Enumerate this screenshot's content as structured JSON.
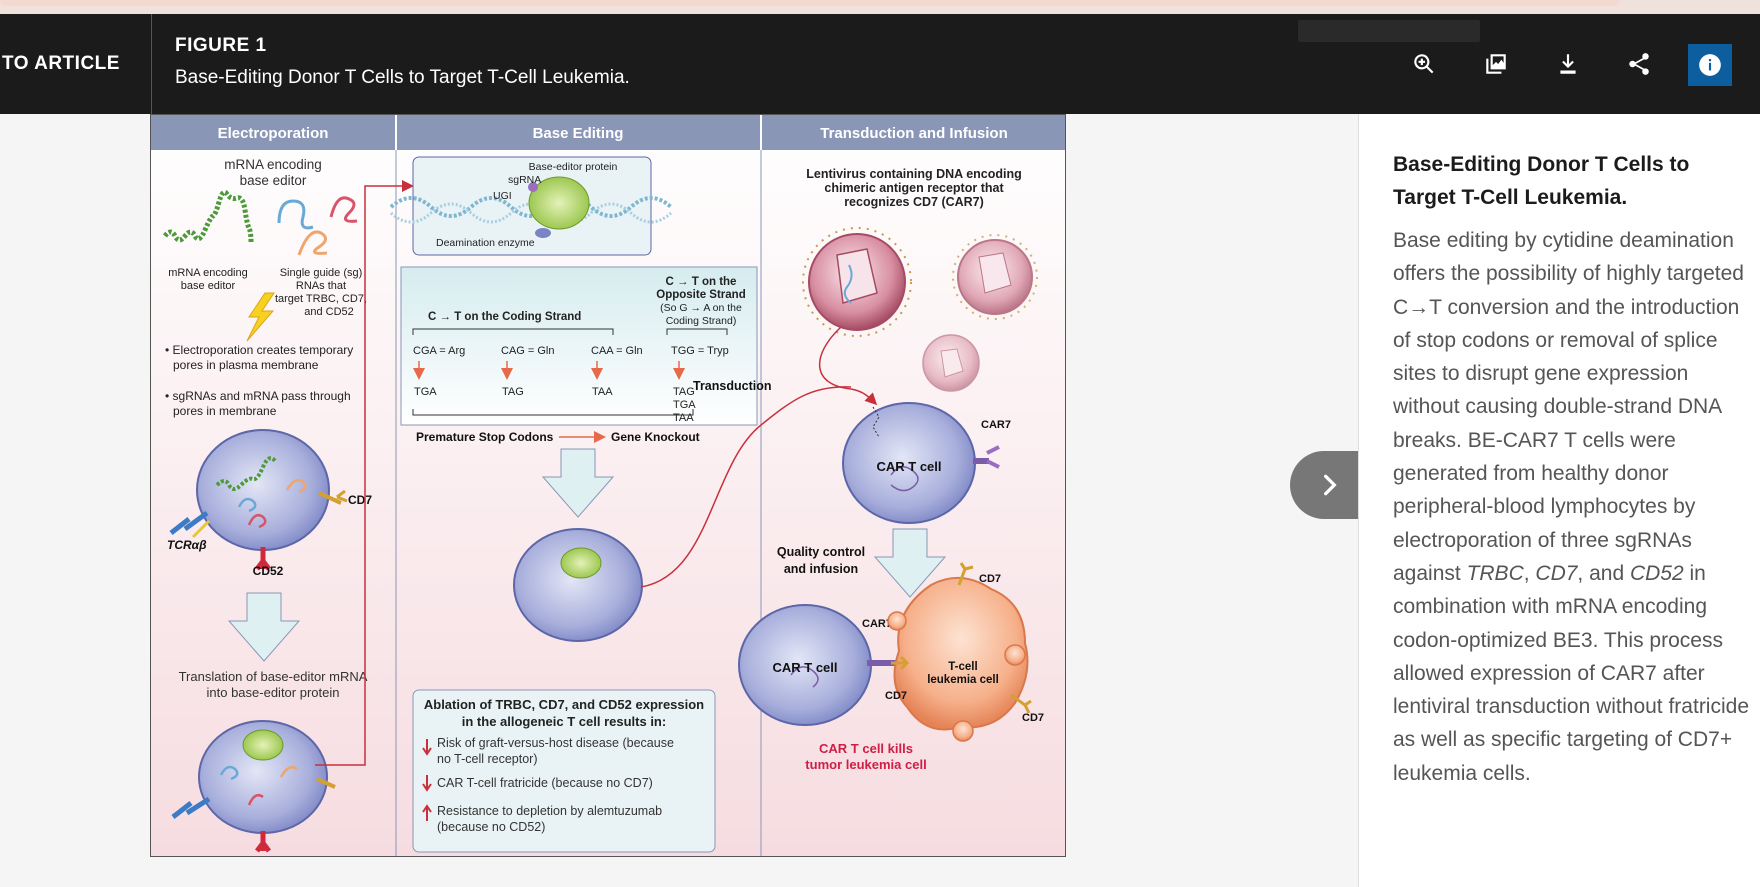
{
  "header": {
    "back_label": "TO ARTICLE",
    "figure_label": "FIGURE 1",
    "figure_title": "Base-Editing Donor T Cells to Target T-Cell Leukemia."
  },
  "toolbar": {
    "zoom_icon": "zoom-in-icon",
    "gallery_icon": "image-gallery-icon",
    "download_icon": "download-icon",
    "share_icon": "share-icon",
    "info_icon": "info-icon",
    "active_color": "#0d5e9e"
  },
  "figure": {
    "col_electroporation": "Electroporation",
    "col_base_editing": "Base Editing",
    "col_transduction": "Transduction and Infusion",
    "mrna_heading_1": "mRNA encoding",
    "mrna_heading_2": "base editor",
    "mrna_label_1": "mRNA encoding",
    "mrna_label_2": "base editor",
    "sg_label_1": "Single guide (sg)",
    "sg_label_2": "RNAs that",
    "sg_label_3": "target TRBC, CD7,",
    "sg_label_4": "and CD52",
    "bullet1_a": "Electroporation creates temporary",
    "bullet1_b": "pores in plasma membrane",
    "bullet2_a": "sgRNAs and mRNA pass through",
    "bullet2_b": "pores in membrane",
    "cd7": "CD7",
    "tcr": "TCRαβ",
    "cd52": "CD52",
    "translation_1": "Translation of base-editor mRNA",
    "translation_2": "into base-editor protein",
    "be_protein": "Base-editor protein",
    "sgrna": "sgRNA",
    "ugi": "UGI",
    "deam": "Deamination enzyme",
    "opp_1": "C → T on the",
    "opp_2": "Opposite Strand",
    "opp_3": "(So G → A on the",
    "opp_4": "Coding Strand)",
    "coding_strand": "C → T on the Coding Strand",
    "codons": [
      "CGA = Arg",
      "CAG = Gln",
      "CAA = Gln",
      "TGG = Tryp"
    ],
    "stops": [
      "TGA",
      "TAG",
      "TAA"
    ],
    "stops_multi": [
      "TAG",
      "TGA",
      "TAA"
    ],
    "premature": "Premature Stop Codons",
    "knockout": "Gene Knockout",
    "ablation_1": "Ablation of TRBC, CD7, and CD52 expression",
    "ablation_2": "in the allogeneic T cell results in:",
    "res1_a": "Risk of graft-versus-host disease (because",
    "res1_b": "no T-cell receptor)",
    "res2": "CAR T-cell fratricide (because no CD7)",
    "res3_a": "Resistance to depletion by alemtuzumab",
    "res3_b": "(because no CD52)",
    "lenti_1": "Lentivirus containing DNA encoding",
    "lenti_2": "chimeric antigen receptor that",
    "lenti_3": "recognizes CD7 (CAR7)",
    "transduction": "Transduction",
    "car7": "CAR7",
    "car_t_cell": "CAR T cell",
    "qc_1": "Quality control",
    "qc_2": "and infusion",
    "leuk_1": "T-cell",
    "leuk_2": "leukemia cell",
    "kills_1": "CAR T cell kills",
    "kills_2": "tumor leukemia cell"
  },
  "side_panel": {
    "title": "Base-Editing Donor T Cells to Target T-Cell Leukemia.",
    "body_1": "Base editing by cytidine deamination offers the possibility of highly targeted C→T conversion and the introduction of stop codons or removal of splice sites to disrupt gene expression without causing double-strand DNA breaks. BE-CAR7 T cells were generated from healthy donor peripheral-blood lymphocytes by electroporation of three sgRNAs against ",
    "gene_trbc": "TRBC",
    "sep_1": ", ",
    "gene_cd7": "CD7",
    "sep_2": ", and ",
    "gene_cd52": "CD52",
    "body_2": " in combination with mRNA encoding codon-optimized BE3. This process allowed expression of CAR7 after lentiviral transduction without fratricide as well as specific targeting of CD7+ leukemia cells.",
    "toggle_icon": "chevron-right-icon"
  }
}
